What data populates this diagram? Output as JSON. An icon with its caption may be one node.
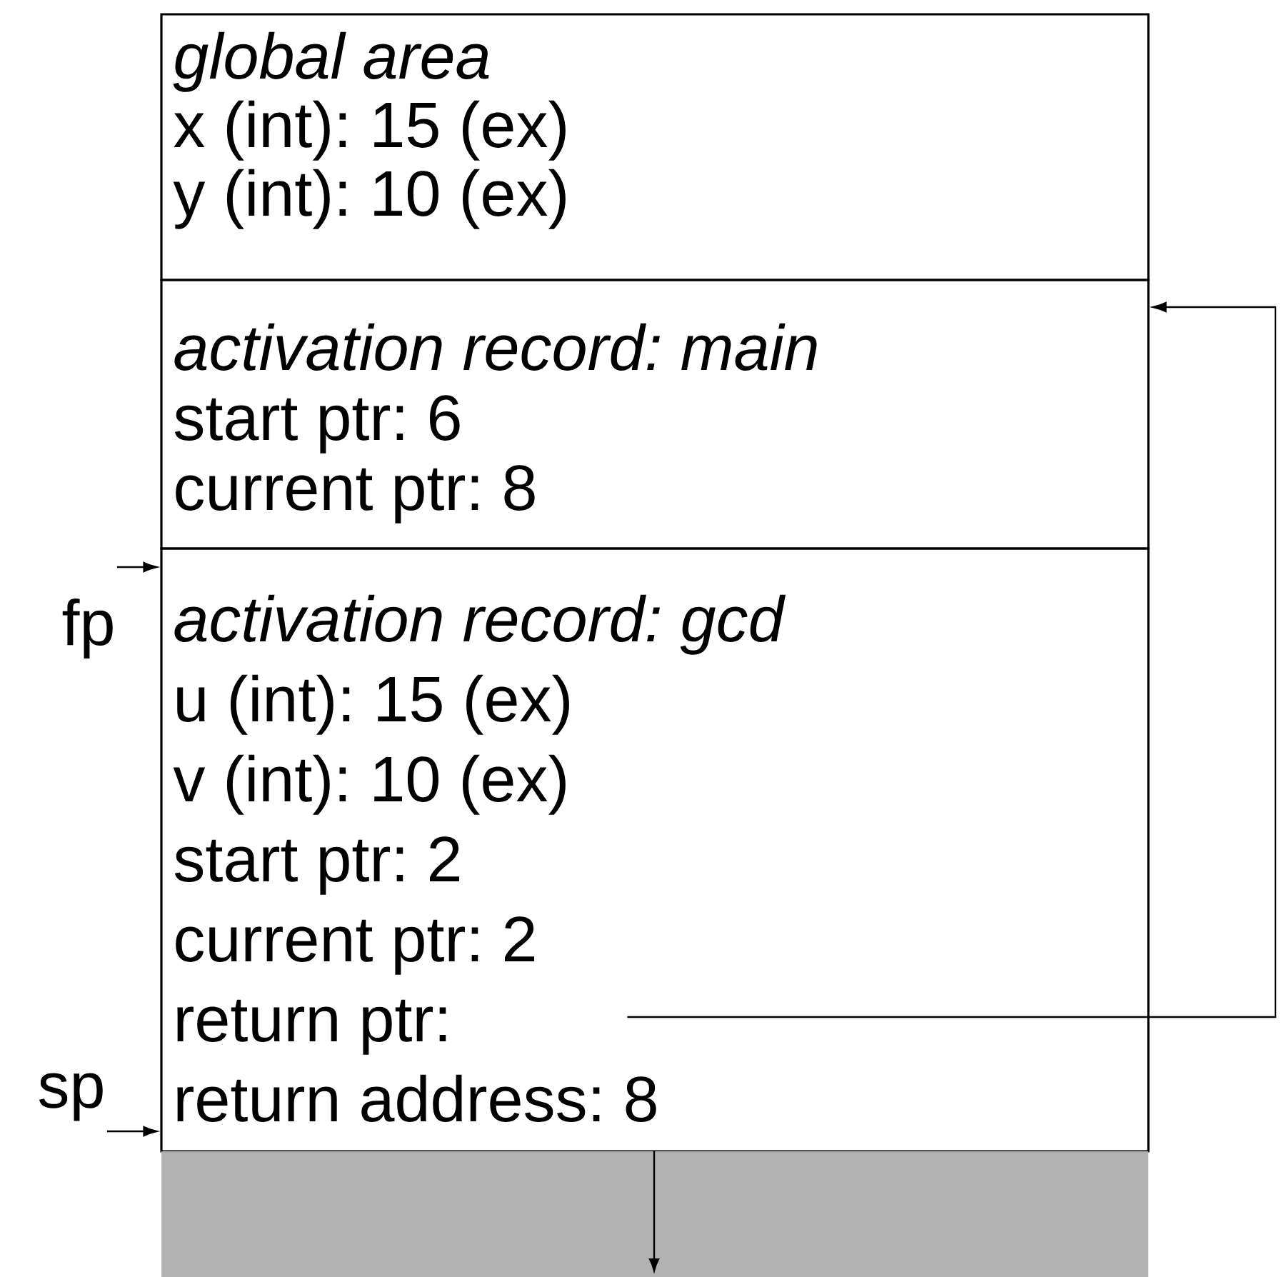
{
  "diagram": {
    "nodes": [
      {
        "text": [
          "global area",
          "x (int): 15 (ex)",
          "y (int): 10 (ex)"
        ]
      },
      {
        "text": [
          "activation record: main",
          "start ptr: 6",
          "current ptr: 8"
        ]
      },
      {
        "text": [
          "activation record: gcd",
          "u (int): 15 (ex)",
          "v (int): 10 (ex)",
          "start ptr: 2",
          "current ptr: 2",
          "return ptr:",
          "return address: 8"
        ]
      },
      {
        "text": [
          "fp"
        ]
      },
      {
        "text": [
          "sp"
        ]
      },
      {
        "text": [],
        "shape": "box"
      }
    ],
    "edges": [
      {
        "from": 3,
        "to": 2,
        "arrow": "to"
      },
      {
        "from": 4,
        "to": 2,
        "arrow": "to"
      },
      {
        "from": 2,
        "to": 1,
        "arrow": "to"
      }
    ]
  }
}
